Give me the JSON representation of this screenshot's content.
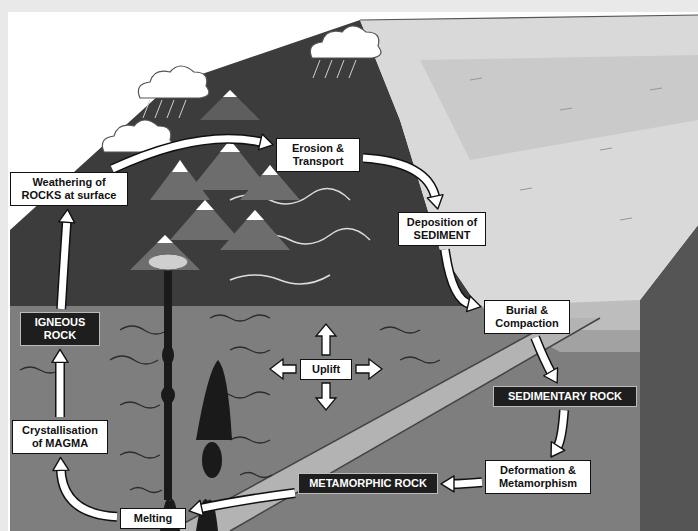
{
  "diagram": {
    "nodes": [
      {
        "text": [
          "Weathering of ROCKS at surface"
        ]
      },
      {
        "text": [
          "Erosion & Transport"
        ]
      },
      {
        "text": [
          "Deposition of SEDIMENT"
        ]
      },
      {
        "text": [
          "IGNEOUS ROCK"
        ]
      },
      {
        "text": [
          "Burial & Compaction"
        ]
      },
      {
        "text": [
          "Uplift"
        ]
      },
      {
        "text": [
          "SEDIMENTARY ROCK"
        ]
      },
      {
        "text": [
          "Crystallisation of MAGMA"
        ]
      },
      {
        "text": [
          "METAMORPHIC ROCK"
        ]
      },
      {
        "text": [
          "Deformation & Metamorphism"
        ]
      },
      {
        "text": [
          "Melting"
        ]
      }
    ],
    "edges": [
      {
        "from": 0,
        "to": 1,
        "arrow": "to"
      },
      {
        "from": 1,
        "to": 2,
        "arrow": "to"
      },
      {
        "from": 2,
        "to": 4,
        "arrow": "to"
      },
      {
        "from": 4,
        "to": 6,
        "arrow": "to"
      },
      {
        "from": 6,
        "to": 9,
        "arrow": "to"
      },
      {
        "from": 9,
        "to": 8,
        "arrow": "to"
      },
      {
        "from": 8,
        "to": 10,
        "arrow": "to"
      },
      {
        "from": 10,
        "to": 7,
        "arrow": "to"
      },
      {
        "from": 7,
        "to": 3,
        "arrow": "to"
      },
      {
        "from": 3,
        "to": 0,
        "arrow": "to"
      }
    ]
  }
}
